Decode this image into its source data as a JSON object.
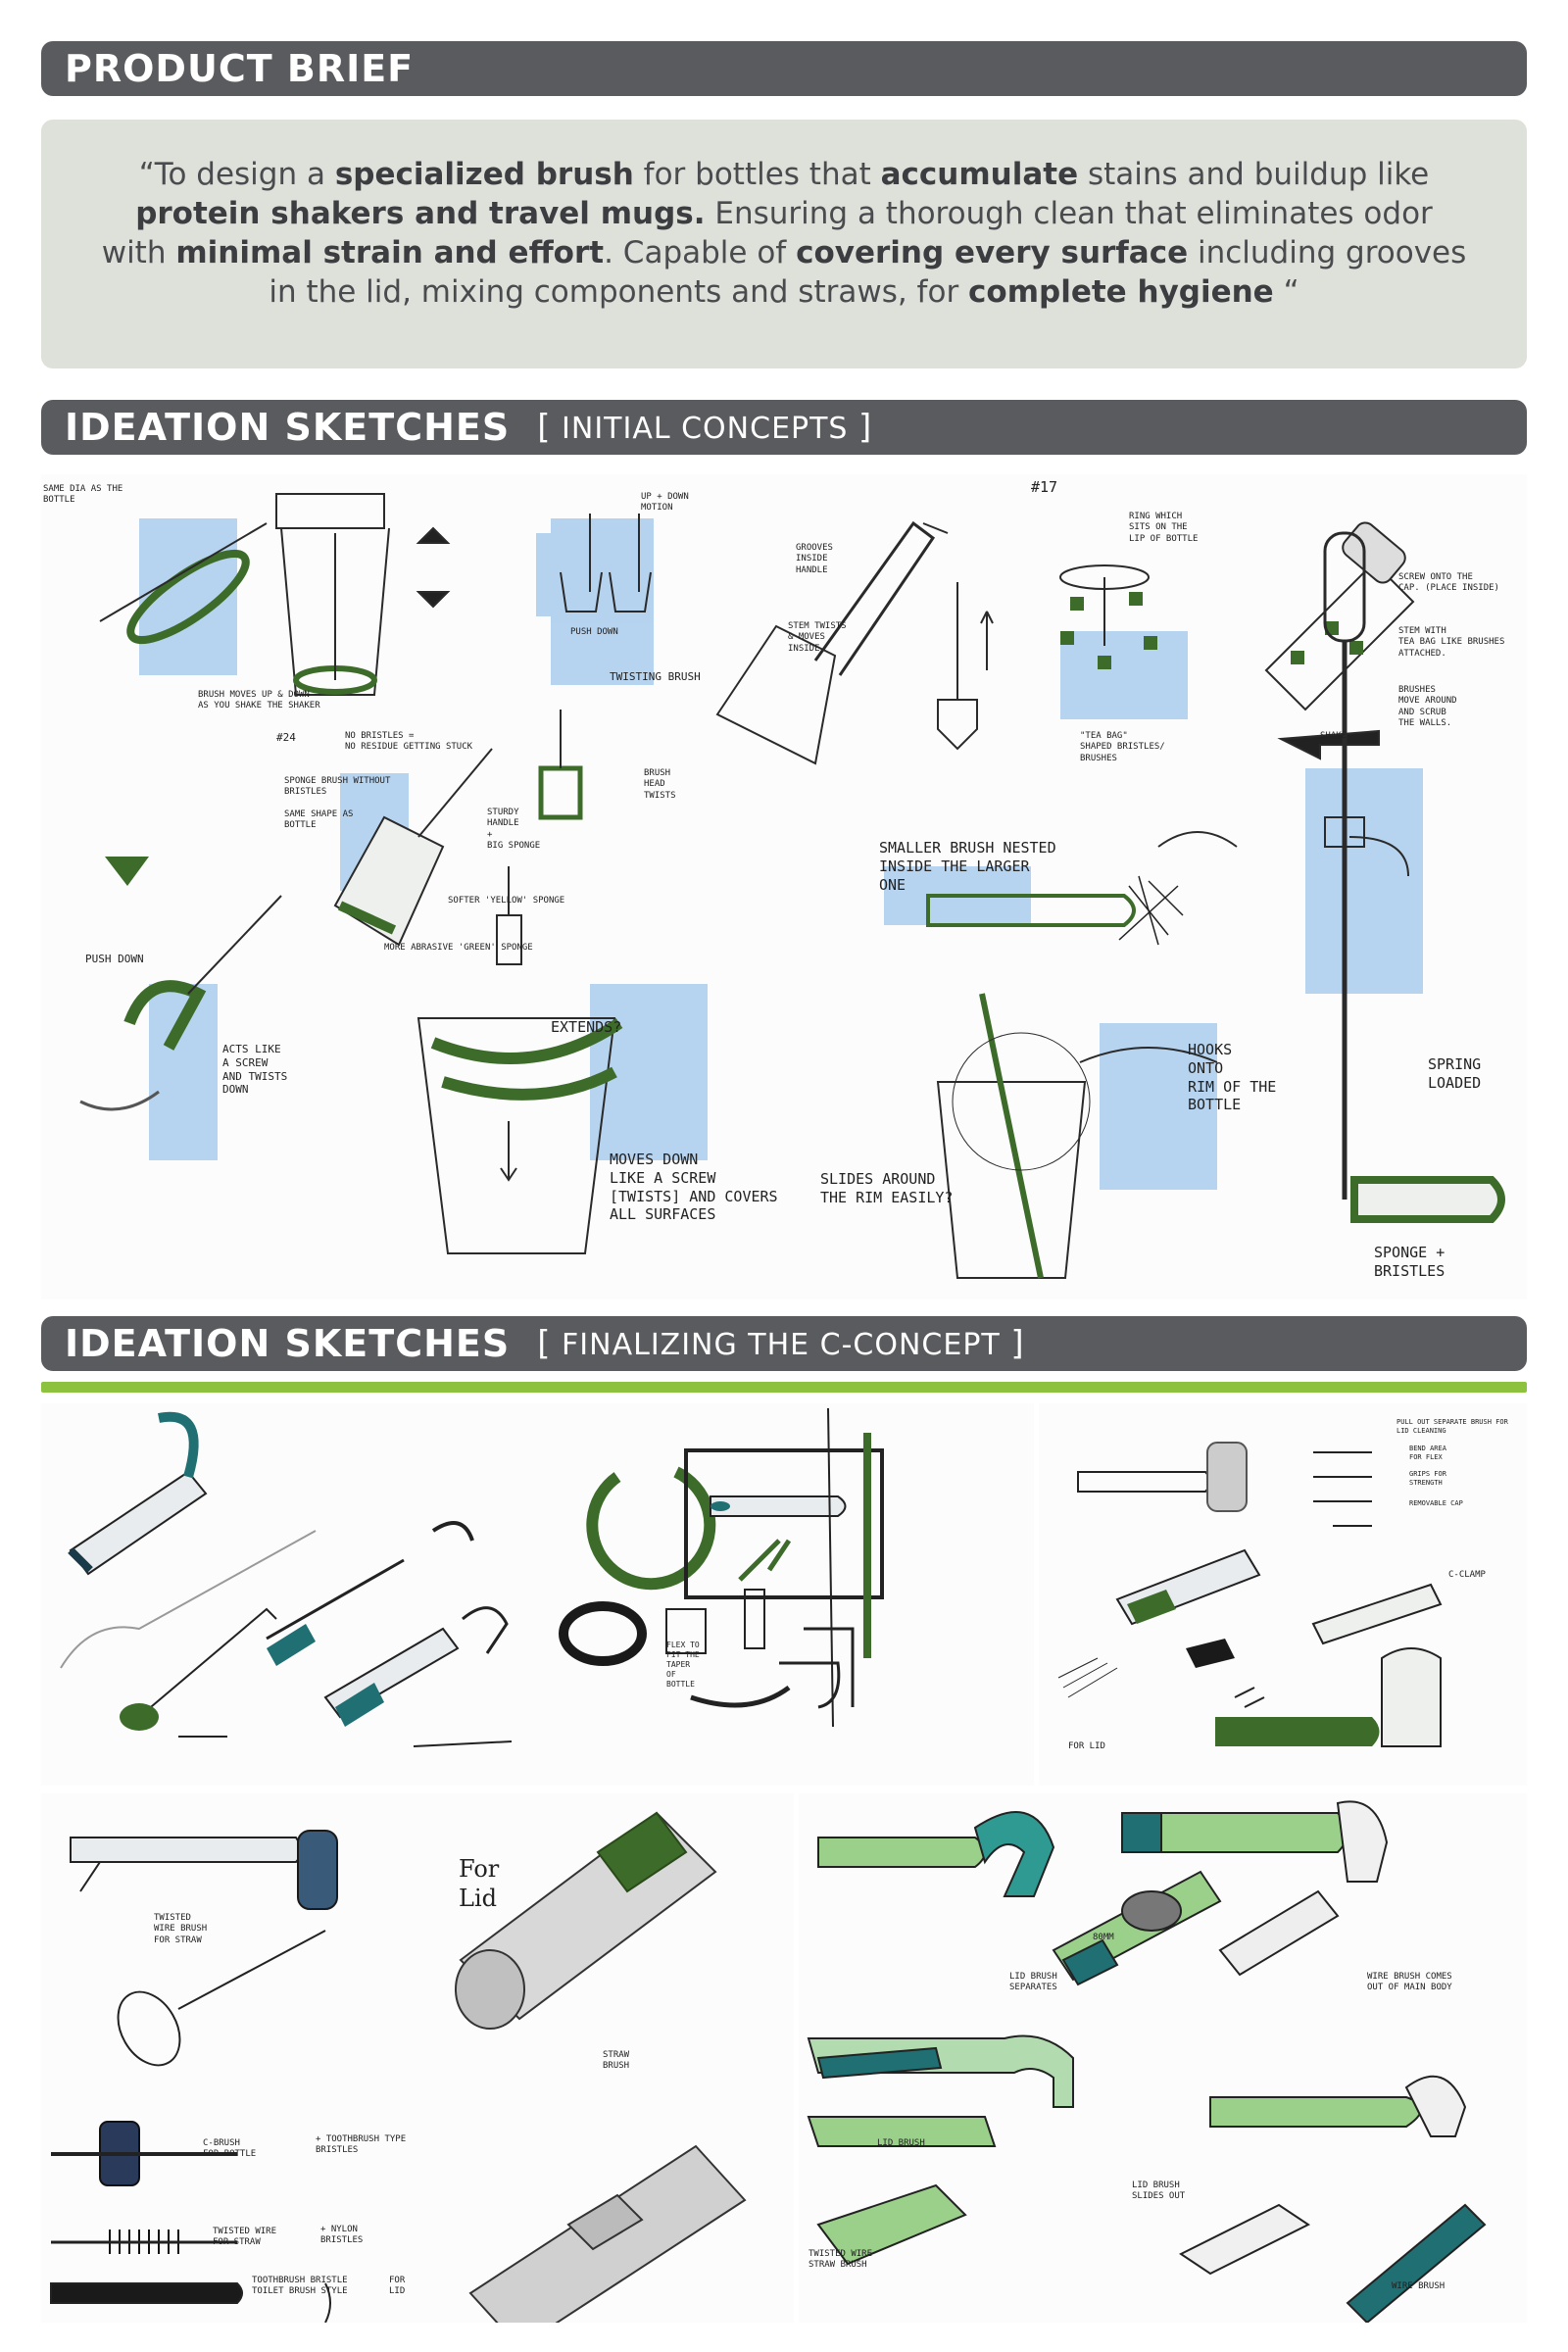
{
  "colors": {
    "bar": "#5a5b5e",
    "brief_bg": "#dee0da",
    "accent_green": "#8dc23f",
    "marker_blue": "#a9cbec",
    "ink_green": "#3d6b2a",
    "ink_teal": "#1f6f73"
  },
  "product_brief": {
    "header": "PRODUCT BRIEF",
    "open_quote": "“",
    "segments": [
      {
        "text": "To design a ",
        "bold": false
      },
      {
        "text": "specialized brush",
        "bold": true
      },
      {
        "text": " for bottles that ",
        "bold": false
      },
      {
        "text": "accumulate",
        "bold": true
      },
      {
        "text": " stains and buildup like ",
        "bold": false
      },
      {
        "text": "protein shakers and travel mugs.",
        "bold": true
      },
      {
        "text": " Ensuring a thorough clean that eliminates odor with ",
        "bold": false
      },
      {
        "text": "minimal strain and effort",
        "bold": true
      },
      {
        "text": ". Capable of ",
        "bold": false
      },
      {
        "text": "covering every surface",
        "bold": true
      },
      {
        "text": " including grooves in the lid, mixing components and straws, for ",
        "bold": false
      },
      {
        "text": "complete hygiene",
        "bold": true
      },
      {
        "text": " ",
        "bold": false
      }
    ],
    "close_quote": "“"
  },
  "ideation_initial": {
    "title": "IDEATION SKETCHES",
    "subtitle": "INITIAL CONCEPTS",
    "bracket_open": "[",
    "bracket_close": "]",
    "notes": {
      "same_dia": "SAME DIA AS THE\nBOTTLE",
      "brush_moves": "BRUSH MOVES UP & DOWN\nAS YOU SHAKE THE SHAKER",
      "num_24": "#24",
      "no_bristles": "NO BRISTLES =\nNO RESIDUE GETTING STUCK",
      "sponge_brush": "SPONGE BRUSH WITHOUT\nBRISTLES",
      "same_shape": "SAME SHAPE AS\nBOTTLE",
      "sturdy_handle": "STURDY\nHANDLE\n+\nBIG SPONGE",
      "softer_sponge": "SOFTER 'YELLOW' SPONGE",
      "abrasive_sponge": "MORE ABRASIVE 'GREEN' SPONGE",
      "up_down": "UP + DOWN\nMOTION",
      "push_down_small": "PUSH DOWN",
      "twisting_brush": "TWISTING BRUSH",
      "grooves": "GROOVES\nINSIDE\nHANDLE",
      "stem_twists": "STEM TWISTS\n& MOVES\nINSIDE",
      "brush_head": "BRUSH\nHEAD\nTWISTS",
      "num_17": "#17",
      "ring": "RING WHICH\nSITS ON THE\nLIP OF BOTTLE",
      "tea_bag": "\"TEA BAG\"\nSHAPED BRISTLES/\nBRUSHES",
      "screw_onto": "SCREW ONTO THE\nCAP. (PLACE INSIDE)",
      "stem_with": "STEM WITH\nTEA BAG LIKE BRUSHES\nATTACHED.",
      "brushes_move": "BRUSHES\nMOVE AROUND\nAND SCRUB\nTHE WALLS.",
      "shake": "SHAKE",
      "push_down": "PUSH DOWN",
      "acts_like": "ACTS LIKE\nA SCREW\nAND TWISTS\nDOWN",
      "extends": "EXTENDS?",
      "moves_down": "MOVES DOWN\nLIKE A SCREW\n[TWISTS] AND COVERS\nALL SURFACES",
      "smaller_brush": "SMALLER BRUSH NESTED\nINSIDE THE LARGER\nONE",
      "hooks_onto": "HOOKS\nONTO\nRIM OF THE\nBOTTLE",
      "slides_around": "SLIDES AROUND\nTHE RIM EASILY?",
      "spring": "SPRING\nLOADED",
      "sponge_bristles": "SPONGE +\nBRISTLES"
    }
  },
  "ideation_final": {
    "title": "IDEATION SKETCHES",
    "subtitle": "FINALIZING THE C-CONCEPT",
    "bracket_open": "[",
    "bracket_close": "]",
    "notes": {
      "flex": "FLEX TO\nFIT THE\nTAPER\nOF\nBOTTLE",
      "pull_out": "PULL OUT SEPARATE BRUSH FOR\nLID CLEANING",
      "bend_area": "BEND AREA\nFOR FLEX",
      "grips": "GRIPS FOR\nSTRENGTH",
      "removable_cap": "REMOVABLE CAP",
      "c_clamp": "C-CLAMP",
      "for_lid_small": "FOR LID",
      "twisted_wire": "TWISTED\nWIRE BRUSH\nFOR STRAW",
      "for_lid": "For\nLid",
      "straw_brush": "STRAW\nBRUSH",
      "c_brush": "C-BRUSH\nFOR BOTTLE",
      "toothbrush_type": "+ TOOTHBRUSH TYPE\nBRISTLES",
      "twisted_wire_straw": "TWISTED WIRE\nFOR STRAW",
      "nylon": "+ NYLON\nBRISTLES",
      "toothbrush_bristle": "TOOTHBRUSH BRISTLE\nTOILET BRUSH STYLE",
      "for_lid_bracket": "FOR\nLID",
      "dim_80": "80mm",
      "lid_brush_separates": "LID BRUSH\nSEPARATES",
      "wire_brush_comes": "WIRE BRUSH COMES\nOUT OF MAIN BODY",
      "lid_brush": "LID BRUSH",
      "lid_brush_slides": "LID BRUSH\nSLIDES OUT",
      "twisted_wire_straw_brush": "TWISTED WIRE\nSTRAW BRUSH",
      "wire_brush": "WIRE BRUSH"
    }
  }
}
